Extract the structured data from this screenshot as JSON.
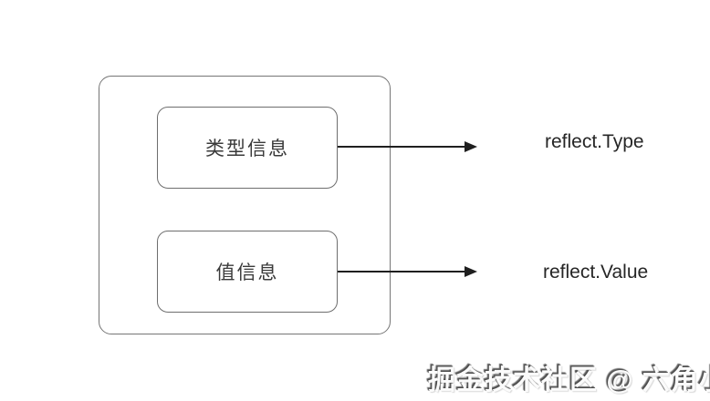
{
  "diagram": {
    "description": "Go reflection diagram: an interface object contains type information and value information, mapped to reflect.Type and reflect.Value",
    "nodes": [
      {
        "id": "type-info",
        "label": "类型信息",
        "target_label": "reflect.Type"
      },
      {
        "id": "value-info",
        "label": "值信息",
        "target_label": "reflect.Value"
      }
    ],
    "colors": {
      "background": "#ffffff",
      "box_border": "#6e6e6e",
      "arrow": "#1f1f1f",
      "label_text": "#262626"
    }
  },
  "watermark": {
    "text": "掘金技术社区 @ 六角小研"
  }
}
